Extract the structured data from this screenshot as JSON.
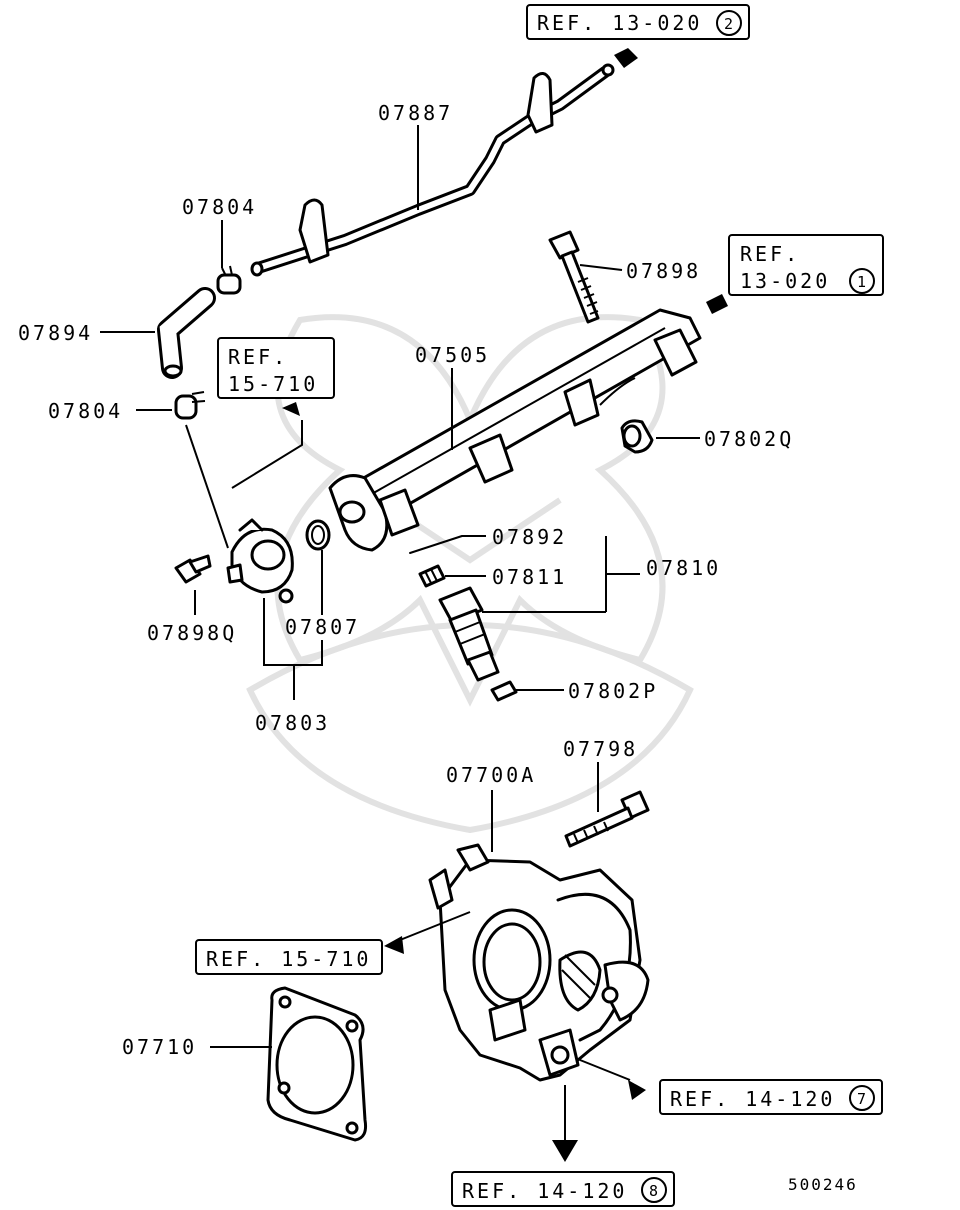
{
  "labels": {
    "p07887": "07887",
    "p07804a": "07804",
    "p07894": "07894",
    "p07804b": "07804",
    "p07898": "07898",
    "p07505": "07505",
    "p07802q": "07802Q",
    "p07892": "07892",
    "p07811": "07811",
    "p07810": "07810",
    "p07898q": "07898Q",
    "p07807": "07807",
    "p07802p": "07802P",
    "p07803": "07803",
    "p07798": "07798",
    "p07700a": "07700A",
    "p07710": "07710"
  },
  "refs": {
    "r1": {
      "text": "REF. 13-020",
      "num": "2"
    },
    "r2": {
      "line1": "REF.",
      "line2": "13-020",
      "num": "1"
    },
    "r3": {
      "line1": "REF.",
      "line2": "15-710"
    },
    "r4": {
      "text": "REF. 15-710"
    },
    "r5": {
      "text": "REF. 14-120",
      "num": "7"
    },
    "r6": {
      "text": "REF. 14-120",
      "num": "8"
    }
  },
  "diagram_code": "500246"
}
